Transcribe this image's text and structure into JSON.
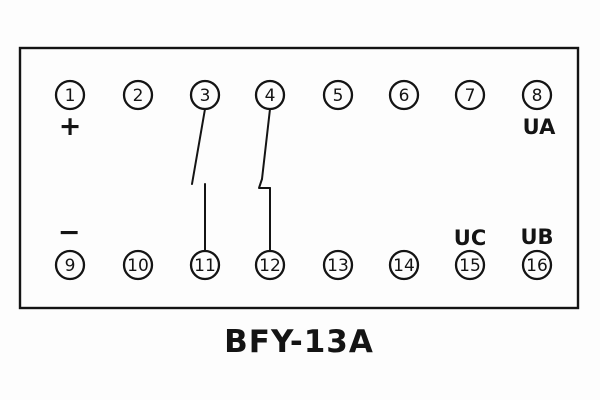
{
  "diagram": {
    "title": "BFY-13A",
    "terminals": {
      "top": [
        "1",
        "2",
        "3",
        "4",
        "5",
        "6",
        "7",
        "8"
      ],
      "bottom": [
        "9",
        "10",
        "11",
        "12",
        "13",
        "14",
        "15",
        "16"
      ]
    },
    "labels": {
      "plus": "+",
      "minus": "−",
      "ua": "UA",
      "uc": "UC",
      "ub": "UB"
    }
  }
}
